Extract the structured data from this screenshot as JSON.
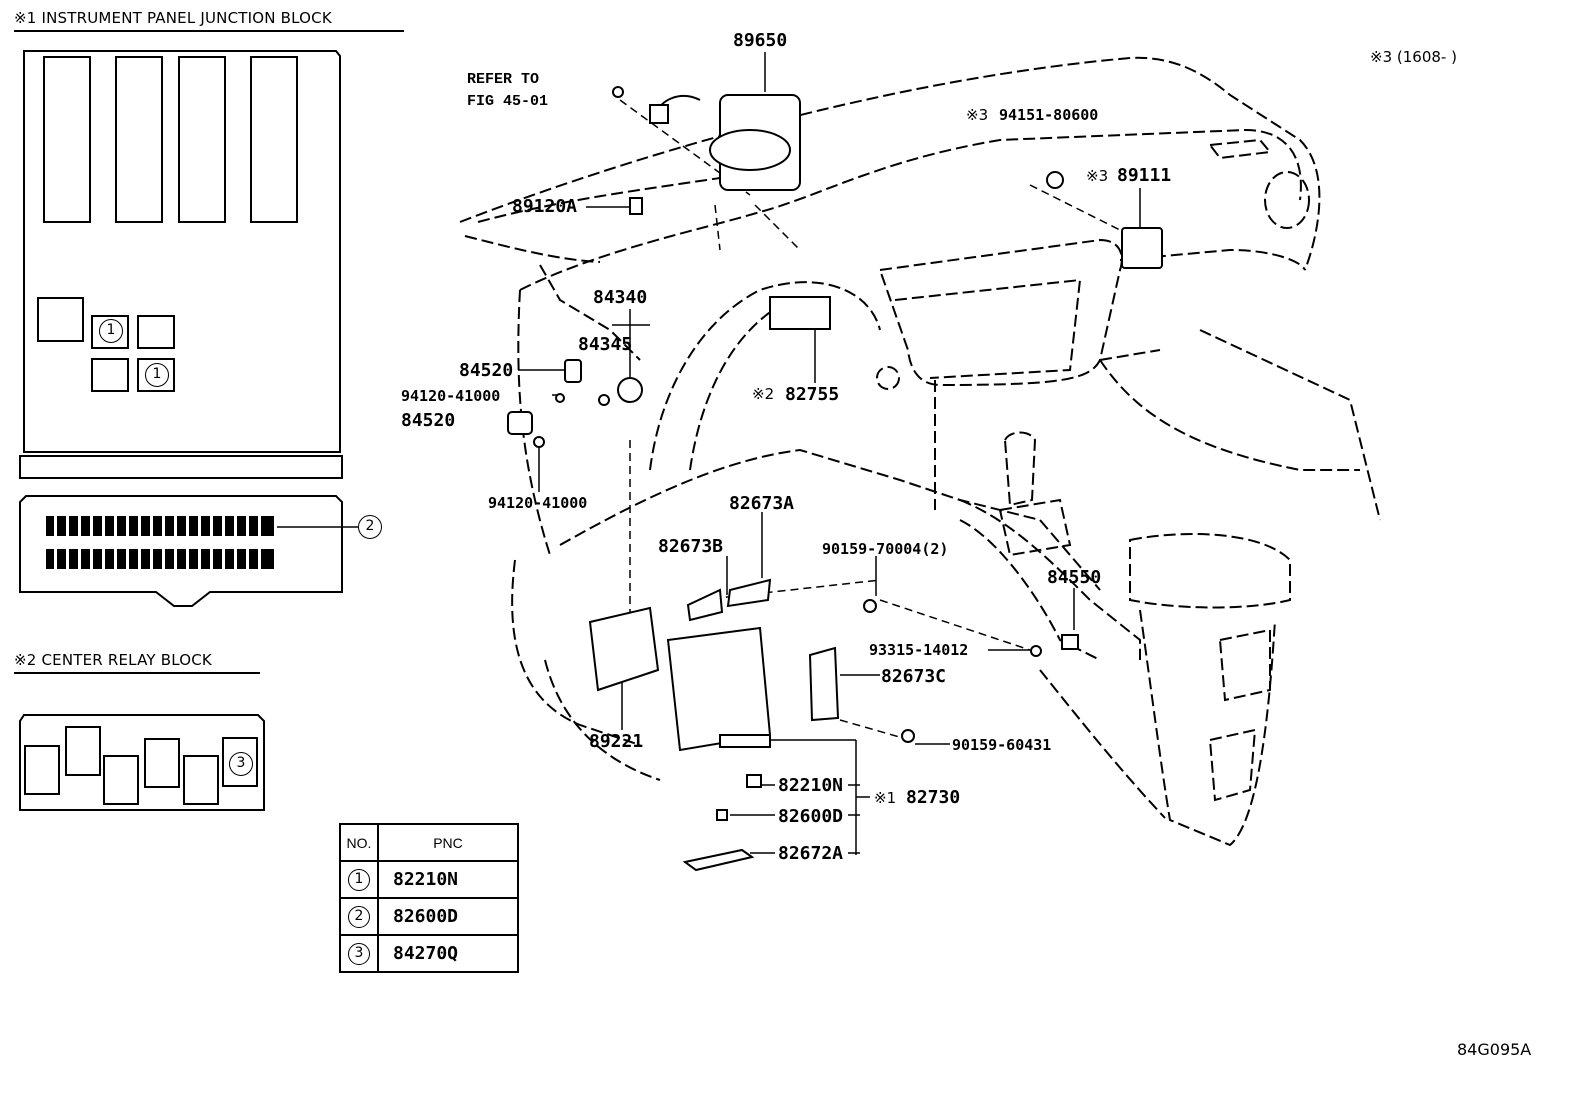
{
  "inset1": {
    "title": "※1 INSTRUMENT PANEL JUNCTION BLOCK",
    "marker_1a": "1",
    "marker_1b": "1",
    "marker_2": "2"
  },
  "inset2": {
    "title": "※2 CENTER RELAY BLOCK",
    "marker_3": "3"
  },
  "top_note": "※3 (1608-      )",
  "refer": {
    "line1": "REFER TO",
    "line2": "FIG 45-01"
  },
  "labels": {
    "p89650": "89650",
    "p89120A": "89120A",
    "p94151": "94151-80600",
    "p89111": "89111",
    "p84340": "84340",
    "p84345": "84345",
    "p84520a": "84520",
    "p94120a": "94120-41000",
    "p84520b": "84520",
    "p94120b": "94120-41000",
    "p82755": "82755",
    "p82673A": "82673A",
    "p82673B": "82673B",
    "p90159_70004": "90159-70004(2)",
    "p84550": "84550",
    "p93315": "93315-14012",
    "p82673C": "82673C",
    "p90159_60431": "90159-60431",
    "p89221": "89221",
    "p82210N": "82210N",
    "p82730": "82730",
    "p82600D": "82600D",
    "p82672A": "82672A"
  },
  "marks": {
    "m3a": "※3",
    "m3b": "※3",
    "m2": "※2",
    "m1": "※1"
  },
  "table": {
    "headers": [
      "NO.",
      "PNC"
    ],
    "rows": [
      {
        "no": "1",
        "pnc": "82210N"
      },
      {
        "no": "2",
        "pnc": "82600D"
      },
      {
        "no": "3",
        "pnc": "84270Q"
      }
    ]
  },
  "figure_code": "84G095A"
}
